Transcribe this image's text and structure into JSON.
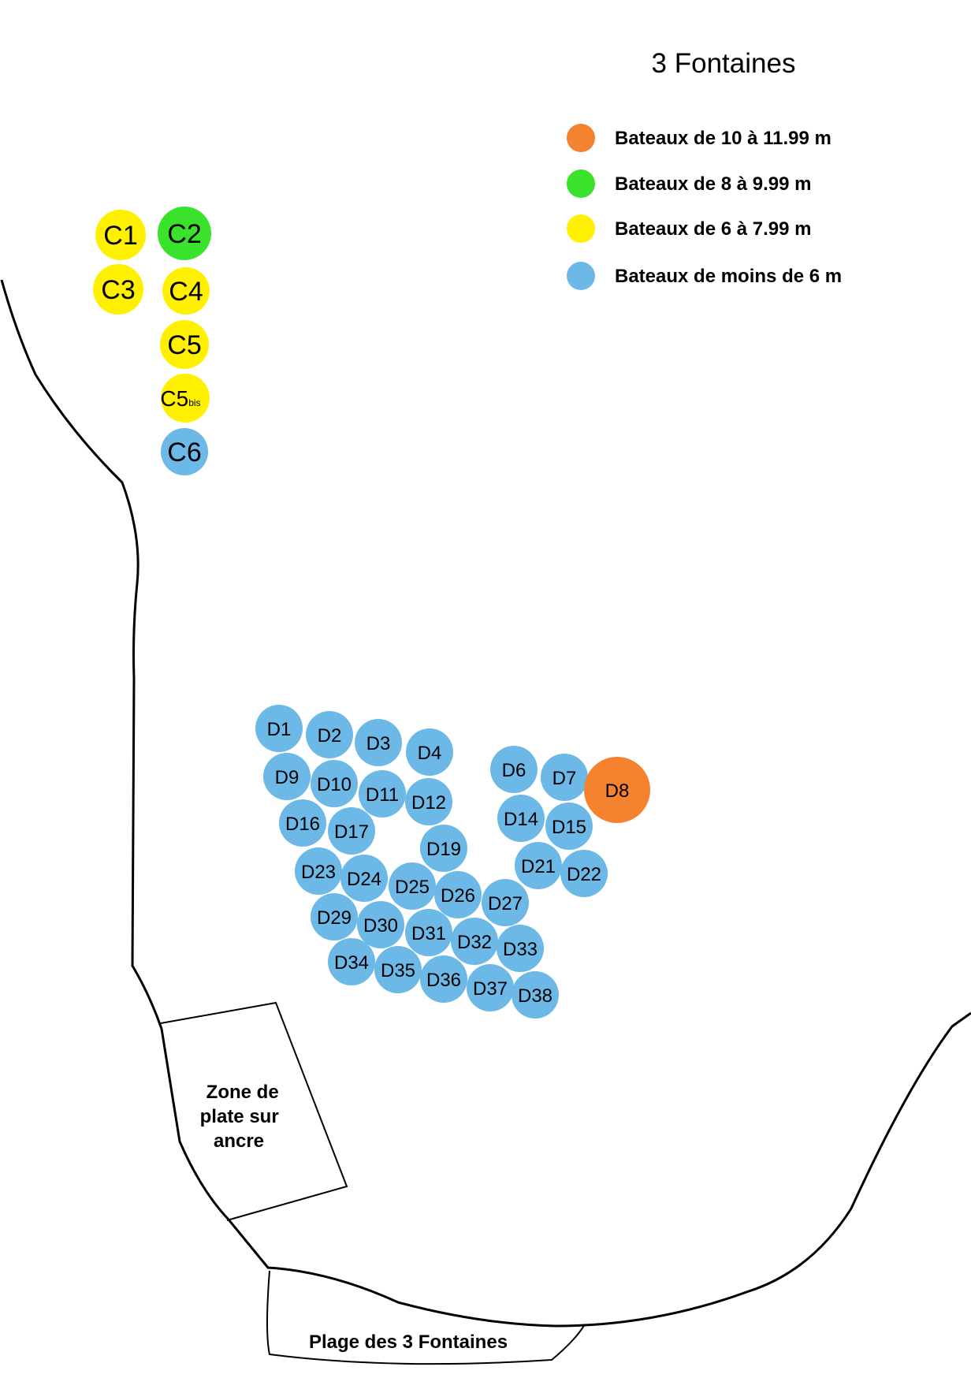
{
  "title": "3 Fontaines",
  "colors": {
    "orange": "#F5822E",
    "green": "#3AE22B",
    "yellow": "#FFF000",
    "blue": "#6CB8E6"
  },
  "legend": [
    {
      "color": "orange",
      "label": "Bateaux de 10 à 11.99 m"
    },
    {
      "color": "green",
      "label": "Bateaux de 8 à 9.99 m"
    },
    {
      "color": "yellow",
      "label": "Bateaux de 6 à 7.99 m"
    },
    {
      "color": "blue",
      "label": "Bateaux de moins de 6 m"
    }
  ],
  "moorings_c": [
    {
      "label": "C1",
      "color": "yellow"
    },
    {
      "label": "C2",
      "color": "green"
    },
    {
      "label": "C3",
      "color": "yellow"
    },
    {
      "label": "C4",
      "color": "yellow"
    },
    {
      "label": "C5",
      "color": "yellow"
    },
    {
      "label": "C5",
      "sub": "bis",
      "color": "yellow"
    },
    {
      "label": "C6",
      "color": "blue"
    }
  ],
  "moorings_d": [
    {
      "label": "D1",
      "color": "blue"
    },
    {
      "label": "D2",
      "color": "blue"
    },
    {
      "label": "D3",
      "color": "blue"
    },
    {
      "label": "D4",
      "color": "blue"
    },
    {
      "label": "D6",
      "color": "blue"
    },
    {
      "label": "D7",
      "color": "blue"
    },
    {
      "label": "D8",
      "color": "orange"
    },
    {
      "label": "D9",
      "color": "blue"
    },
    {
      "label": "D10",
      "color": "blue"
    },
    {
      "label": "D11",
      "color": "blue"
    },
    {
      "label": "D12",
      "color": "blue"
    },
    {
      "label": "D14",
      "color": "blue"
    },
    {
      "label": "D15",
      "color": "blue"
    },
    {
      "label": "D16",
      "color": "blue"
    },
    {
      "label": "D17",
      "color": "blue"
    },
    {
      "label": "D19",
      "color": "blue"
    },
    {
      "label": "D21",
      "color": "blue"
    },
    {
      "label": "D22",
      "color": "blue"
    },
    {
      "label": "D23",
      "color": "blue"
    },
    {
      "label": "D24",
      "color": "blue"
    },
    {
      "label": "D25",
      "color": "blue"
    },
    {
      "label": "D26",
      "color": "blue"
    },
    {
      "label": "D27",
      "color": "blue"
    },
    {
      "label": "D29",
      "color": "blue"
    },
    {
      "label": "D30",
      "color": "blue"
    },
    {
      "label": "D31",
      "color": "blue"
    },
    {
      "label": "D32",
      "color": "blue"
    },
    {
      "label": "D33",
      "color": "blue"
    },
    {
      "label": "D34",
      "color": "blue"
    },
    {
      "label": "D35",
      "color": "blue"
    },
    {
      "label": "D36",
      "color": "blue"
    },
    {
      "label": "D37",
      "color": "blue"
    },
    {
      "label": "D38",
      "color": "blue"
    }
  ],
  "zone_label": [
    "Zone de",
    "plate sur",
    "ancre"
  ],
  "beach_label": "Plage des 3 Fontaines"
}
